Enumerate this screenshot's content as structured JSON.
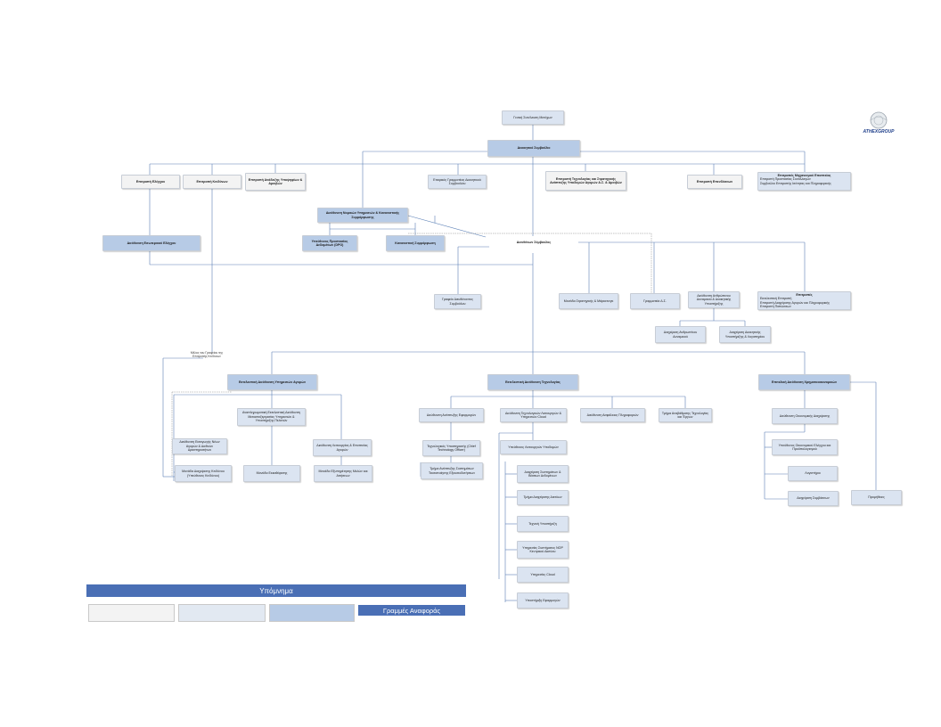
{
  "logo": {
    "text": "ATHEXGROUP",
    "icon": "globe-seal-icon"
  },
  "top": {
    "gm": "Γενική Συνέλευση Μετόχων",
    "board": "Διοικητικό Συμβούλιο"
  },
  "committees": {
    "audit": "Επιτροπή Ελέγχου",
    "compliance": "Επιτροπή Κινδύνων",
    "nominations": "Επιτροπή Ανάδειξης Υποψηφίων & Αμοιβών",
    "secretary": "Εταιρικός Γραμματέας Διοικητικού Συμβουλίου",
    "stock_exchange": "Επιτροπή Τεχνολογίας και Στρατηγικής Ανάπτυξης Υποδομών Αγορών Α.Σ. & Αμοιβών",
    "strategy": "Επιτροπή Επενδύσεων",
    "special_title": "Επιτροπές Μηχανισμού Εποπτείας",
    "special_lines": [
      "Επιτροπή Προστασίας Συναλλαγών",
      "Συμβούλιο Επιτροπής Ισότητας και Πληροφορικής"
    ]
  },
  "audit_director": "Διεύθυνση Εσωτερικού Ελέγχου",
  "legal": {
    "main": "Διεύθυνση Νομικών Υπηρεσιών & Κανονιστικής Συμμόρφωσης",
    "dpo": "Υπεύθυνος Προστασίας Δεδομένων (DPO)",
    "compliance": "Κανονιστική Συμμόρφωση"
  },
  "ceo": "Διευθύνων Σύμβουλος",
  "ceo_office": "Γραφείο Διευθύνοντος Συμβούλου",
  "ceo_units": {
    "strategic": "Μονάδα Στρατηγικής & Μάρκετινγκ",
    "secretariat": "Γραμματεία Δ.Σ.",
    "hr": "Διεύθυνση Ανθρώπινου Δυναμικού & Διοικητικής Υποστήριξης",
    "committees_title": "Επιτροπές",
    "committees_lines": [
      "Εκτελεστική Επιτροπή",
      "Επιτροπή Διαχείρισης Αγορών και Πληροφορικής",
      "Επιτροπή Πιστώσεων"
    ],
    "hr_mgmt": "Διαχείριση Ανθρωπίνου Δυναμικού",
    "admin": "Διαχείριση Διοικητικής Υποστήριξης & Λογιστηρίου"
  },
  "side_note": "Μέλος του Γραφείου της Επιτροπής Κινδύνων",
  "markets": {
    "head": "Εκτελεστική Διεύθυνση Υπηρεσιών Αγορών",
    "deputy": "Αναπληρωματική Εκτελεστική Διεύθυνση Μεταεπεξεργασίας Υπηρεσιών & Υποστήριξης Πελατών",
    "listing": "Διεύθυνση Εισαγωγής Νέων Αγορών & Διεθνών Δραστηριοτήτων",
    "clearing": "Διεύθυνση Λειτουργίας & Εποπτείας Αγορών",
    "registry": "Μονάδα Διαχείρισης Κινδύνου (Υπεύθυνος Κινδύνου)",
    "central_registry": "Μονάδα Εκκαθάρισης",
    "members": "Μονάδα Εξυπηρέτησης Μελών και Αιτήσεων"
  },
  "tech": {
    "head": "Εκτελεστική Διεύθυνση Τεχνολογίας",
    "it_dev": "Διεύθυνση Ανάπτυξης Εφαρμογών",
    "infra": "Διεύθυνση Τεχνολογικών Λειτουργιών & Υπηρεσιών Cloud",
    "infosec": "Διεύθυνση Ασφάλειας Πληροφοριών",
    "support": "Τμήμα Αναβάθμισης Τεχνολογίας και Έργων",
    "cto": "Τεχνολογικός Υποστηρικτής (Chief Technology Officer)",
    "it_gov": "Τμήμα Ανάπτυξης Συστημάτων Ταυτοποίησης Εξουσιοδοτήσεων",
    "ops_head": "Υπεύθυνος Λειτουργιών Υποδομών",
    "infra_items": [
      "Διαχείριση Συστημάτων & Βάσεων Δεδομένων",
      "Τμήμα Διαχείρισης Δικτύων",
      "Τεχνική Υποστήριξη",
      "Υπηρεσίες Συστήματος ΝΟΡ Κεντρικού Δικτύου",
      "Υπηρεσίες Cloud",
      "Υποστήριξη Εφαρμογών"
    ]
  },
  "finance": {
    "head": "Επιτελική Διεύθυνση Χρηματοοικονομικών",
    "accounting": "Διεύθυνση Οικονομικής Διαχείρισης",
    "treasury": "Υπεύθυνος Οικονομικού Ελέγχου και Προϋπολογισμού",
    "procurement": "Λογιστήριο",
    "supplies": "Διαχείριση Συμβάσεων",
    "purchases": "Προμήθειες"
  },
  "legend": {
    "title": "Υπόμνημα",
    "lines_label": "Γραμμές Αναφοράς",
    "colors": [
      "#f3f3f3",
      "#dbe4f1",
      "#b7cbe6"
    ]
  }
}
